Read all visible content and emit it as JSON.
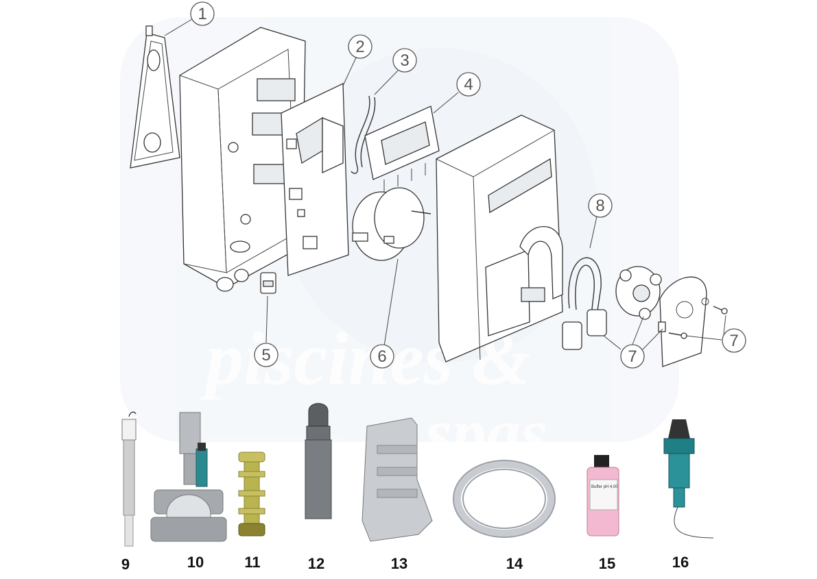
{
  "watermark": {
    "line1": "piscines &",
    "line2": "spas"
  },
  "callouts": [
    {
      "label": "1"
    },
    {
      "label": "2"
    },
    {
      "label": "3"
    },
    {
      "label": "4"
    },
    {
      "label": "5"
    },
    {
      "label": "6"
    },
    {
      "label": "7"
    },
    {
      "label": "7"
    },
    {
      "label": "7"
    },
    {
      "label": "8"
    }
  ],
  "accessories": [
    {
      "label": "9",
      "name": "ph-probe"
    },
    {
      "label": "10",
      "name": "pipe-clamp-probe-holder"
    },
    {
      "label": "11",
      "name": "yellow-filter"
    },
    {
      "label": "12",
      "name": "weighted-suction-foot"
    },
    {
      "label": "13",
      "name": "wall-bracket"
    },
    {
      "label": "14",
      "name": "tubing-coil"
    },
    {
      "label": "15",
      "name": "buffer-bottle"
    },
    {
      "label": "16",
      "name": "injection-valve"
    }
  ],
  "bottle_label": "Buffer pH 4,00"
}
